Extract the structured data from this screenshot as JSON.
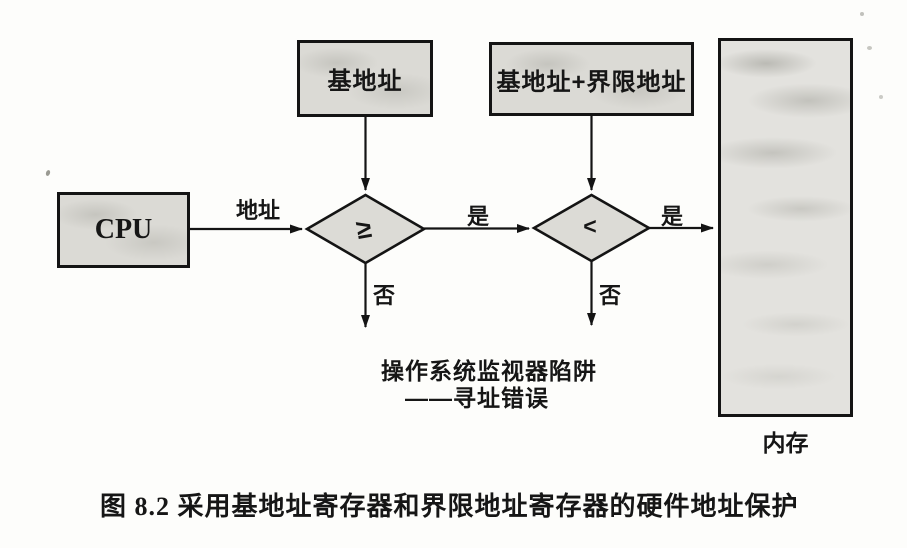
{
  "caption": "图 8.2  采用基地址寄存器和界限地址寄存器的硬件地址保护",
  "nodes": {
    "cpu": {
      "label": "CPU"
    },
    "base_register": {
      "label": "基地址"
    },
    "limit_register": {
      "label": "基地址+界限地址"
    },
    "memory": {
      "label": "内存"
    },
    "compare_ge": {
      "symbol": "≥"
    },
    "compare_lt": {
      "symbol": "<"
    }
  },
  "edge_labels": {
    "address": "地址",
    "yes1": "是",
    "yes2": "是",
    "no1": "否",
    "no2": "否"
  },
  "trap": {
    "line1": "操作系统监视器陷阱",
    "line2": "——寻址错误"
  },
  "colors": {
    "line": "#141414",
    "box_fill": "#dbdad5",
    "memory_fill": "#e3e2de",
    "background": "#fdfdfb"
  }
}
